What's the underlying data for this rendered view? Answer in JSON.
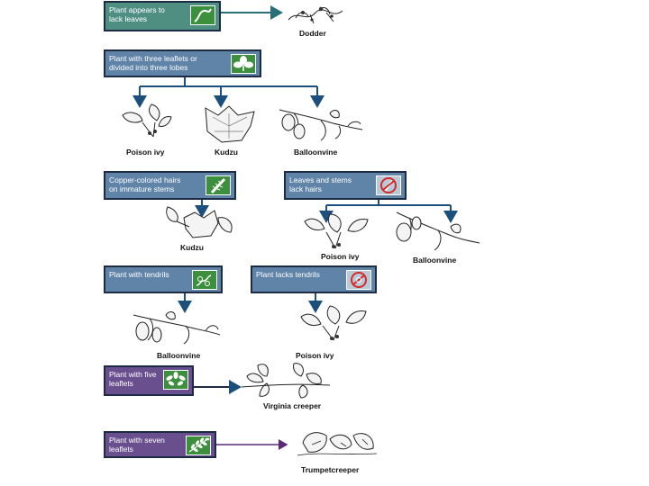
{
  "boxes": {
    "lack_leaves": "Plant appears to lack leaves",
    "three_leaflets": "Plant with three leaflets or divided into three lobes",
    "copper_hairs": "Copper-colored hairs on immature stems",
    "lack_hairs": "Leaves and stems lack hairs",
    "tendrils": "Plant with tendrils",
    "no_tendrils": "Plant lacks tendrils",
    "five_leaflets": "Plant with five leaflets",
    "seven_leaflets": "Plant with seven leaflets"
  },
  "plants": {
    "dodder": "Dodder",
    "poison_ivy_1": "Poison ivy",
    "kudzu_1": "Kudzu",
    "balloonvine_1": "Balloonvine",
    "kudzu_2": "Kudzu",
    "poison_ivy_2": "Poison ivy",
    "balloonvine_2": "Balloonvine",
    "balloonvine_3": "Balloonvine",
    "poison_ivy_3": "Poison ivy",
    "virginia_creeper": "Virginia creeper",
    "trumpetcreeper": "Trumpetcreeper"
  },
  "colors": {
    "teal_box": "#4f8f82",
    "blue_box": "#5f84a8",
    "purple_box": "#6a4f8e",
    "arrow_blue": "#1c4f7c",
    "arrow_teal": "#2a6f75",
    "arrow_purple": "#5a2a78"
  },
  "icons": [
    "vine-icon",
    "trefoil-icon",
    "hairy-stem-icon",
    "no-hairs-icon",
    "tendril-icon",
    "no-tendril-icon",
    "five-leaflet-icon",
    "seven-leaflet-icon"
  ]
}
